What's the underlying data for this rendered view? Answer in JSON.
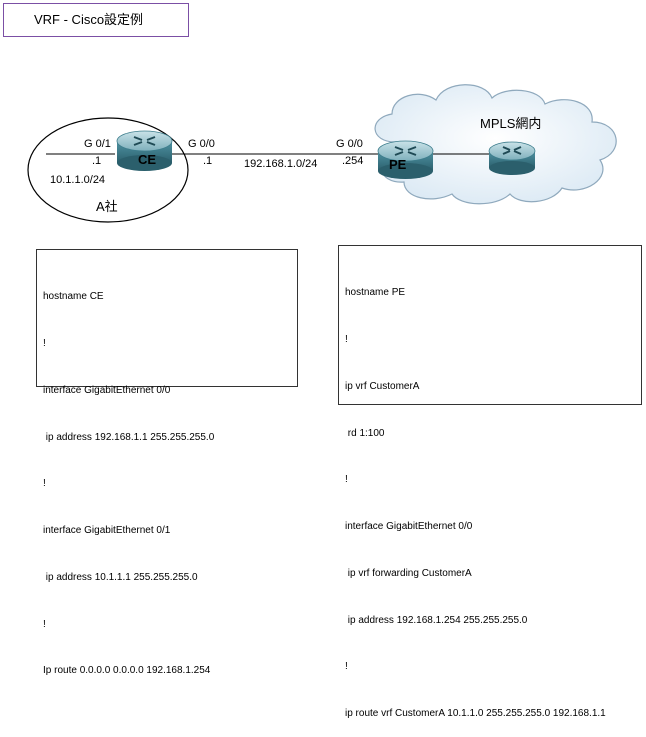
{
  "title": "VRF - Cisco設定例",
  "labels": {
    "ce_g01": "G 0/1",
    "ce_g01_addr": ".1",
    "ce_lan_net": "10.1.1.0/24",
    "ce_name": "CE",
    "ce_g00": "G 0/0",
    "ce_g00_addr": ".1",
    "wan_net": "192.168.1.0/24",
    "pe_g00": "G 0/0",
    "pe_g00_addr": ".254",
    "pe_name": "PE",
    "site_name": "A社",
    "cloud_name": "MPLS網内"
  },
  "config_ce": {
    "lines": [
      "hostname CE",
      "!",
      "interface GigabitEthernet 0/0",
      " ip address 192.168.1.1 255.255.255.0",
      "!",
      "interface GigabitEthernet 0/1",
      " ip address 10.1.1.1 255.255.255.0",
      "!",
      "Ip route 0.0.0.0 0.0.0.0 192.168.1.254"
    ]
  },
  "config_pe": {
    "lines": [
      "hostname PE",
      "!",
      "ip vrf CustomerA",
      " rd 1:100",
      "!",
      "interface GigabitEthernet 0/0",
      " ip vrf forwarding CustomerA",
      " ip address 192.168.1.254 255.255.255.0",
      "!",
      "ip route vrf CustomerA 10.1.1.0 255.255.255.0 192.168.1.1"
    ]
  },
  "colors": {
    "title_border": "#7b4fa5",
    "router_body": "#3d7d8c",
    "router_top": "#9ec6cf",
    "cloud_fill": "#eaf3fa",
    "cloud_stroke": "#8fa9bd"
  },
  "icons": [
    "router-icon",
    "cloud-icon"
  ]
}
